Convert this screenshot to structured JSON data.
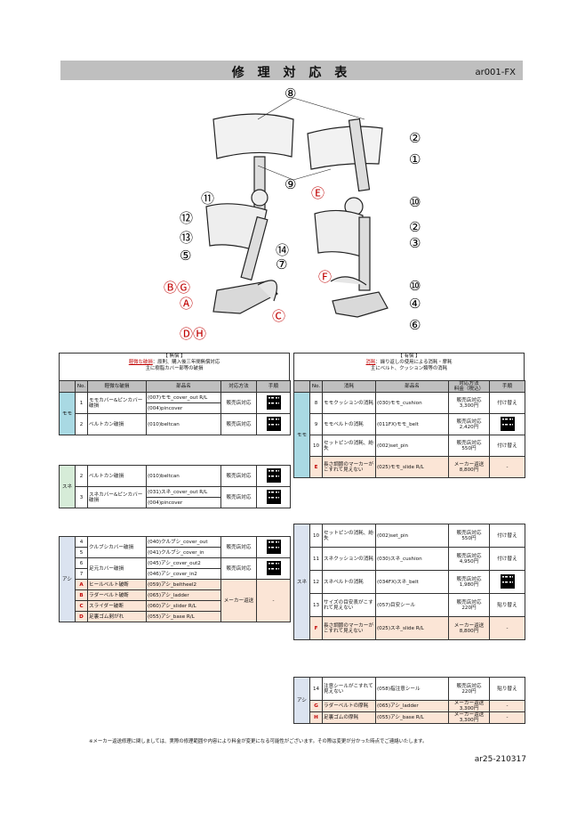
{
  "header": {
    "title": "修 理 対 応 表",
    "code": "ar001-FX"
  },
  "diagram": {
    "callouts": [
      "⑧",
      "②",
      "①",
      "⑨",
      "Ⓔ",
      "⑩",
      "⑪",
      "⑫",
      "②",
      "③",
      "⑬",
      "⑭",
      "⑤",
      "⑦",
      "Ⓕ",
      "⑩",
      "ⒷⒼ",
      "④",
      "Ⓐ",
      "Ⓒ",
      "⑥",
      "ⒹⒽ"
    ]
  },
  "left": {
    "heading": {
      "line1": "【 無償 】",
      "red": "軽微な破損",
      "line2": "：原則、購入後三年間無償対応",
      "line3": "主に樹脂カバー部等の破損"
    },
    "columns": [
      "No.",
      "軽微な破損",
      "部品名",
      "対応方法",
      "手順"
    ],
    "momo": {
      "cat": "モモ",
      "rows": [
        {
          "no": "1",
          "damage": "モモカバー&ピンカバー破損",
          "parts": [
            "(007)モモ_cover_out  R/L",
            "(004)pincover"
          ],
          "method": "販売店対応"
        },
        {
          "no": "2",
          "damage": "ベルトカン破損",
          "parts": [
            "(010)beltcan"
          ],
          "method": "販売店対応"
        }
      ]
    },
    "sune": {
      "cat": "スネ",
      "rows": [
        {
          "no": "2",
          "damage": "ベルトカン破損",
          "parts": [
            "(010)beltcan"
          ],
          "method": "販売店対応"
        },
        {
          "no": "3",
          "damage": "スネカバー&ピンカバー破損",
          "parts": [
            "(031)スネ_cover_out  R/L",
            "(004)pincover"
          ],
          "method": "販売店対応"
        }
      ]
    },
    "ashi": {
      "cat": "アシ",
      "rows": [
        {
          "no": "4",
          "damage": "クルブシカバー破損",
          "part": "(040)クルブシ_cover_out",
          "method": "販売店対応"
        },
        {
          "no": "5",
          "damage": "",
          "part": "(041)クルブシ_cover_in",
          "method": ""
        },
        {
          "no": "6",
          "damage": "足元カバー破損",
          "part": "(045)アシ_cover_out2",
          "method": "販売店対応"
        },
        {
          "no": "7",
          "damage": "",
          "part": "(046)アシ_cover_in2",
          "method": ""
        },
        {
          "no": "A",
          "damage": "ヒールベルト破断",
          "part": "(059)アシ_beltheel2",
          "method": "メーカー返送"
        },
        {
          "no": "B",
          "damage": "ラダーベルト破断",
          "part": "(065)アシ_ladder",
          "method": ""
        },
        {
          "no": "C",
          "damage": "スライダー破断",
          "part": "(060)アシ_slider  R/L",
          "method": ""
        },
        {
          "no": "D",
          "damage": "足裏ゴム剥がれ",
          "part": "(055)アシ_base R/L",
          "method": ""
        }
      ],
      "dash": "-"
    }
  },
  "right": {
    "heading": {
      "line1": "【 有償 】",
      "red": "消耗",
      "line2": "：繰り返しの使用による消耗・摩耗",
      "line3": "主にベルト、クッション類等の消耗"
    },
    "columns": [
      "No.",
      "消耗",
      "部品名",
      "対応方法",
      "料金（税込）",
      "手順"
    ],
    "momo": {
      "cat": "モモ",
      "rows": [
        {
          "no": "8",
          "wear": "モモクッションの消耗",
          "part": "(030)モモ_cushion",
          "method": "販売店対応",
          "price": "3,300円",
          "step": "付け替え"
        },
        {
          "no": "9",
          "wear": "モモベルトの消耗",
          "part": "(011FX)モモ_belt",
          "method": "販売店対応",
          "price": "2,420円",
          "step": ""
        },
        {
          "no": "10",
          "wear": "セットピンの消耗、紛失",
          "part": "(002)set_pin",
          "method": "販売店対応",
          "price": "550円",
          "step": "付け替え"
        },
        {
          "no": "E",
          "wear": "長さ調節のマーカーがこすれて見えない",
          "part": "(025)モモ_slide R/L",
          "method": "メーカー返送",
          "price": "8,800円",
          "step": "-"
        }
      ]
    },
    "sune": {
      "cat": "スネ",
      "rows": [
        {
          "no": "10",
          "wear": "セットピンの消耗、紛失",
          "part": "(002)set_pin",
          "method": "販売店対応",
          "price": "550円",
          "step": "付け替え"
        },
        {
          "no": "11",
          "wear": "スネクッションの消耗",
          "part": "(030)スネ_cushion",
          "method": "販売店対応",
          "price": "4,950円",
          "step": "付け替え"
        },
        {
          "no": "12",
          "wear": "スネベルトの消耗",
          "part": "(034FX)スネ_belt",
          "method": "販売店対応",
          "price": "1,980円",
          "step": ""
        },
        {
          "no": "13",
          "wear": "サイズの目安表がこすれて見えない",
          "part": "(057)目安シール",
          "method": "販売店対応",
          "price": "220円",
          "step": "貼り替え"
        },
        {
          "no": "F",
          "wear": "長さ調節のマーカーがこすれて見えない",
          "part": "(025)スネ_slide R/L",
          "method": "メーカー返送",
          "price": "8,800円",
          "step": "-"
        }
      ]
    },
    "ashi": {
      "cat": "アシ",
      "rows": [
        {
          "no": "14",
          "wear": "注意シールがこすれて見えない",
          "part": "(058)指注意シール",
          "method": "販売店対応",
          "price": "220円",
          "step": "貼り替え"
        },
        {
          "no": "G",
          "wear": "ラダーベルトの摩耗",
          "part": "(065)アシ_ladder",
          "method": "メーカー返送",
          "price": "3,300円",
          "step": "-"
        },
        {
          "no": "H",
          "wear": "足裏ゴムの摩耗",
          "part": "(055)アシ_base R/L",
          "method": "メーカー返送",
          "price": "3,300円",
          "step": "-"
        }
      ]
    }
  },
  "footer": {
    "note": "※メーカー返送修理に関しましては、実際の修理範囲や内容により料金が変更になる可能性がございます。その際は変更が分かった時点でご連絡いたします。",
    "code": "ar25-210317"
  }
}
